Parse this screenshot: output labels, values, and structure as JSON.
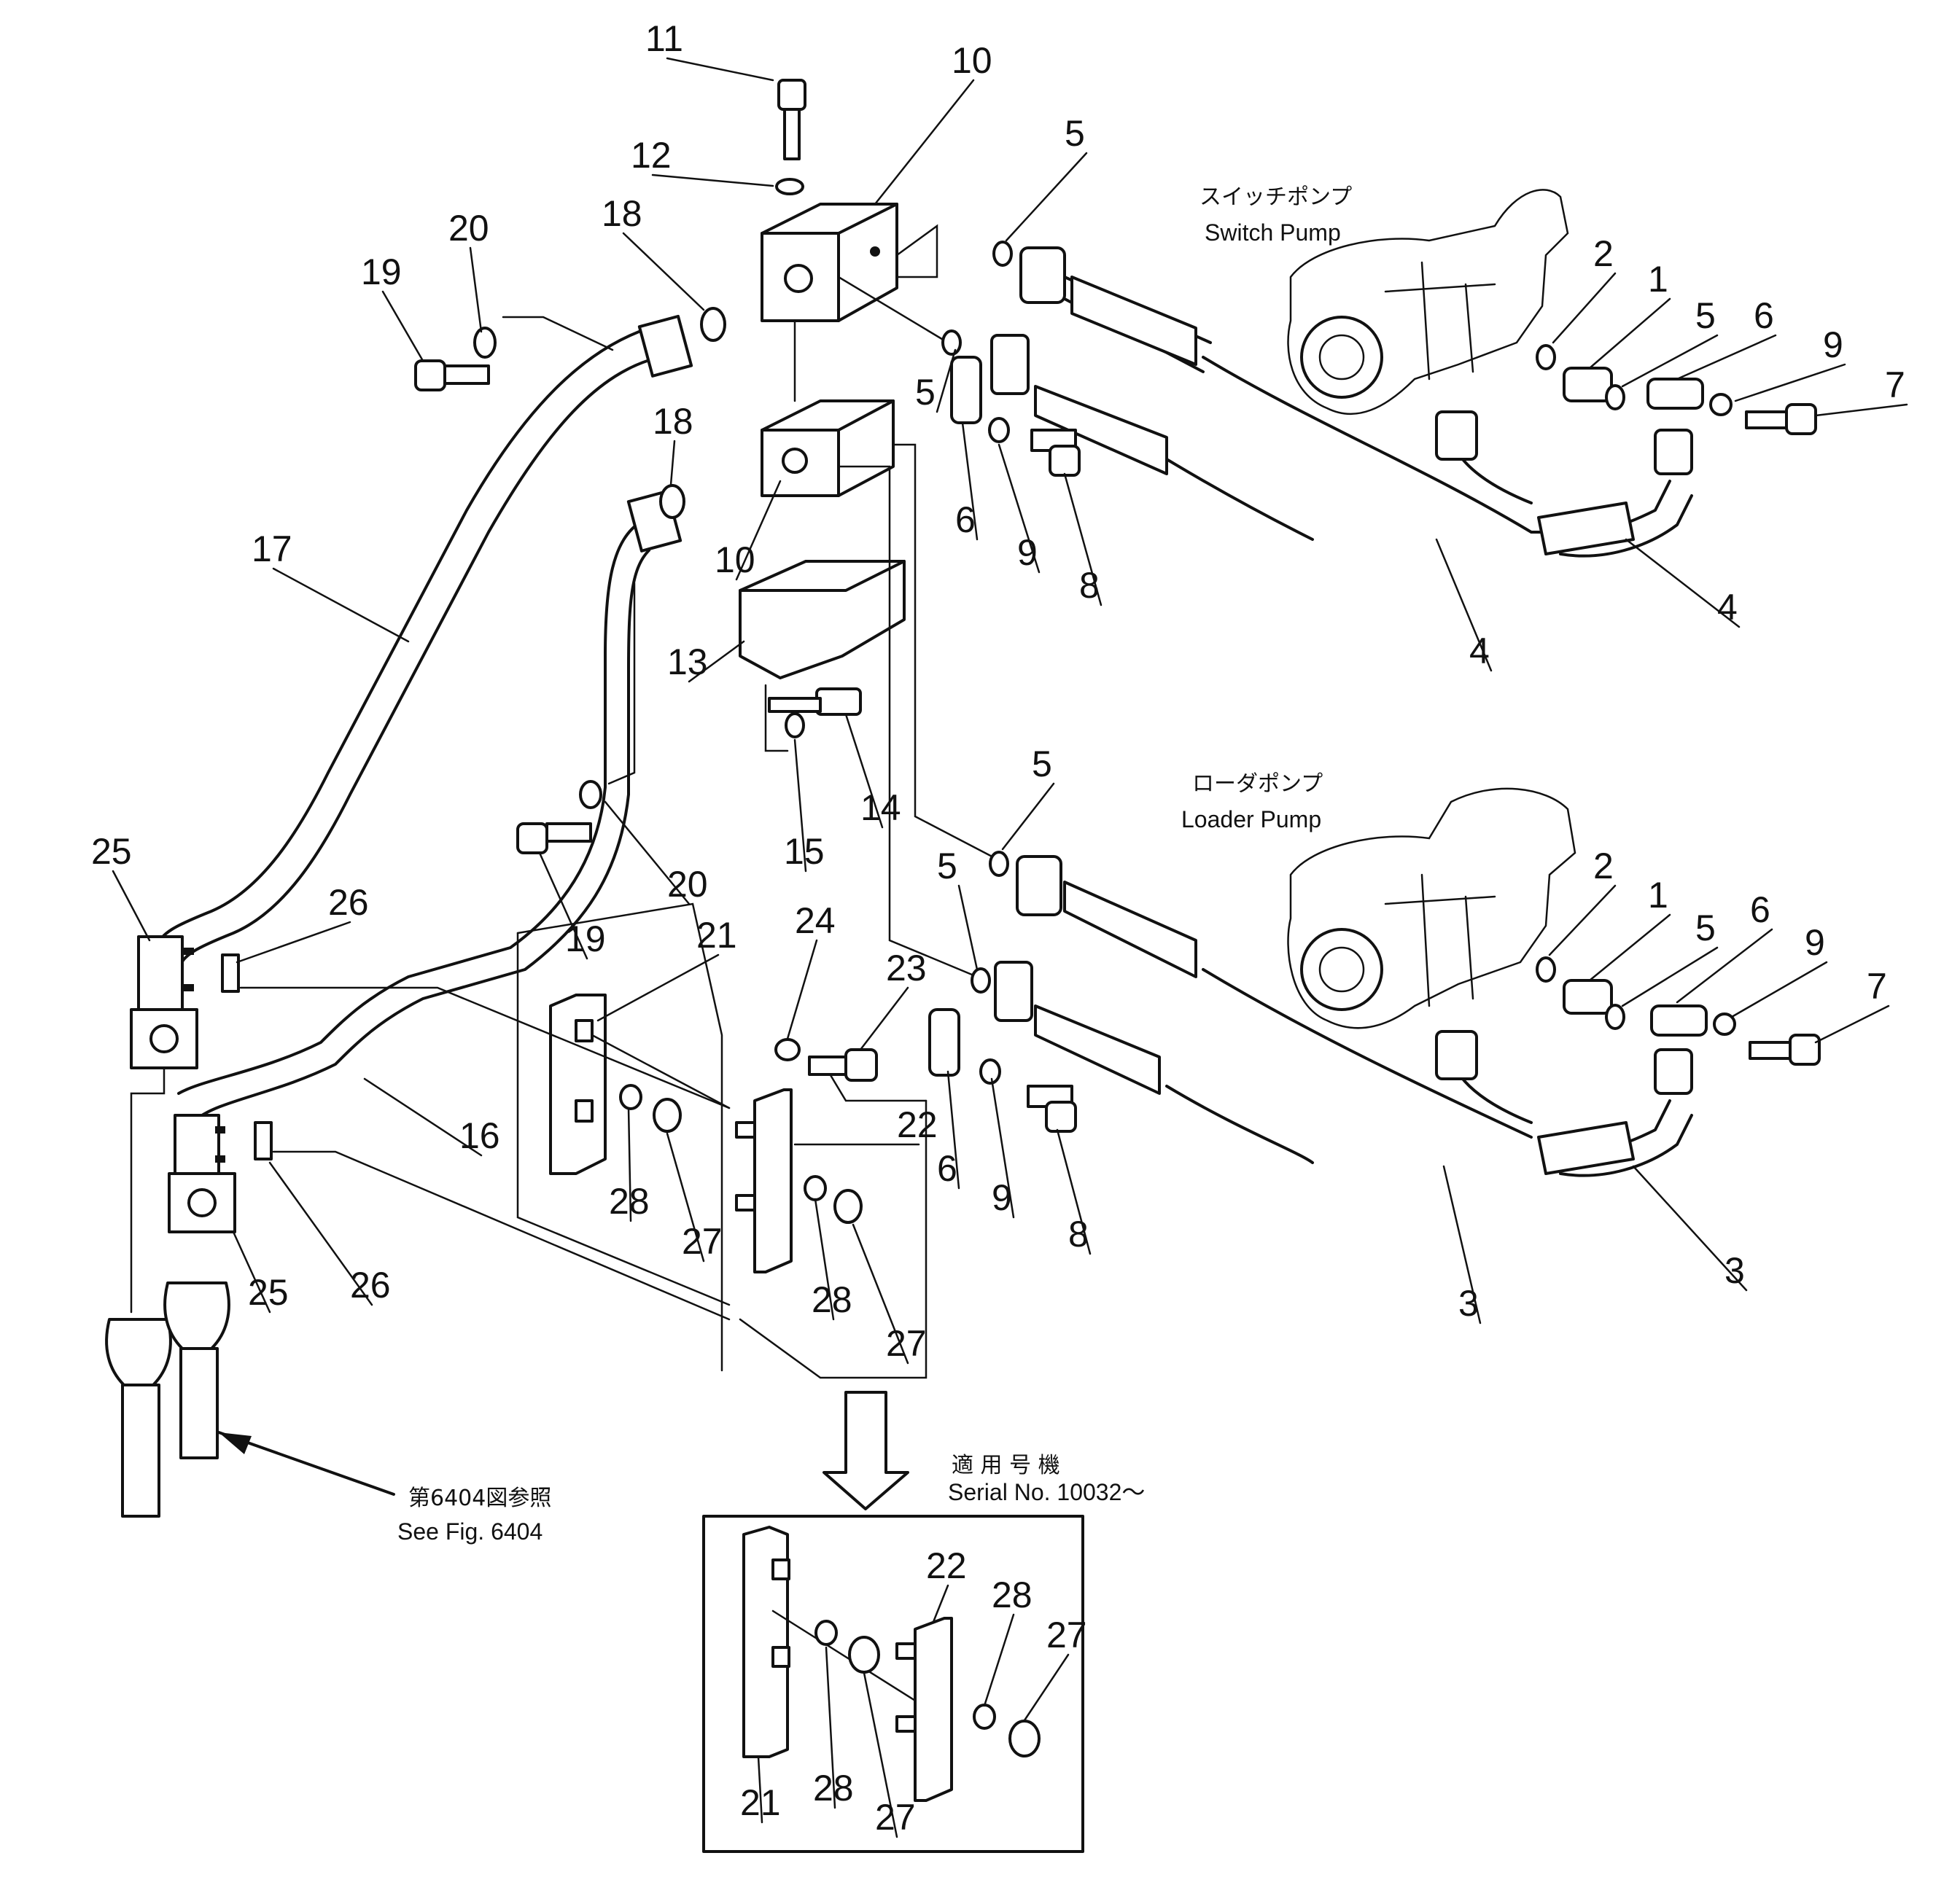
{
  "diagram": {
    "pumps": {
      "switch_pump_jp": "スイッチポンプ",
      "switch_pump_en": "Switch Pump",
      "loader_pump_jp": "ローダポンプ",
      "loader_pump_en": "Loader Pump"
    },
    "serial": {
      "jp": "適 用 号 機",
      "en": "Serial No. 10032～"
    },
    "reference": {
      "jp": "第6404図参照",
      "en": "See Fig. 6404"
    },
    "callouts": [
      "11",
      "10",
      "12",
      "5",
      "20",
      "18",
      "19",
      "2",
      "1",
      "5",
      "6",
      "9",
      "7",
      "5",
      "18",
      "17",
      "10",
      "6",
      "9",
      "8",
      "4",
      "4",
      "13",
      "14",
      "15",
      "5",
      "20",
      "19",
      "25",
      "26",
      "21",
      "24",
      "23",
      "5",
      "2",
      "1",
      "5",
      "6",
      "9",
      "7",
      "22",
      "16",
      "6",
      "9",
      "8",
      "28",
      "27",
      "26",
      "25",
      "28",
      "27",
      "3",
      "3",
      "22",
      "28",
      "27",
      "21",
      "28",
      "27"
    ]
  }
}
